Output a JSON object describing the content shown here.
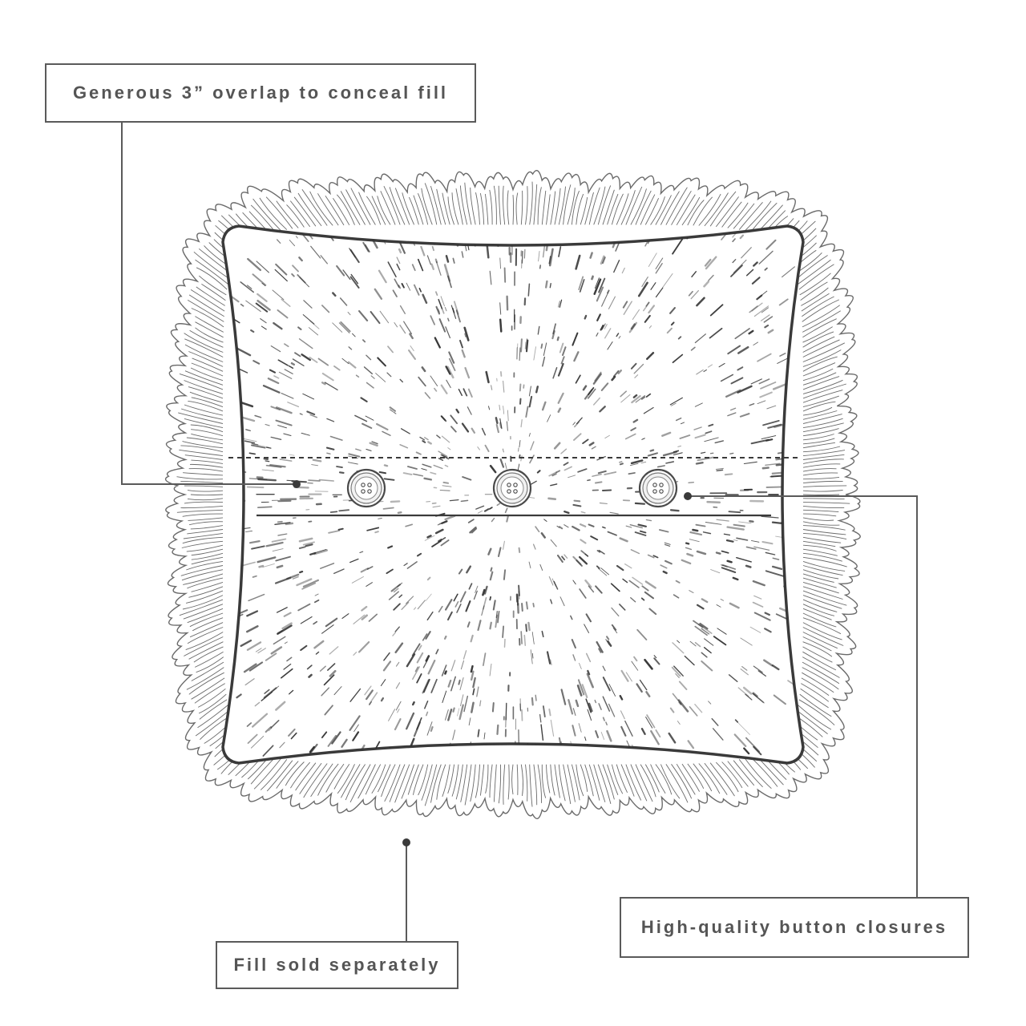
{
  "callouts": {
    "overlap": "Generous 3” overlap to conceal  fill",
    "buttons": "High-quality button closures",
    "fill": "Fill sold separately"
  },
  "colors": {
    "line": "#5a5a5a",
    "text": "#555555",
    "outline": "#4a4a4a",
    "background": "#ffffff"
  },
  "illustration": {
    "subject": "square ruffled pillow sham, back view",
    "button_count": 3
  }
}
